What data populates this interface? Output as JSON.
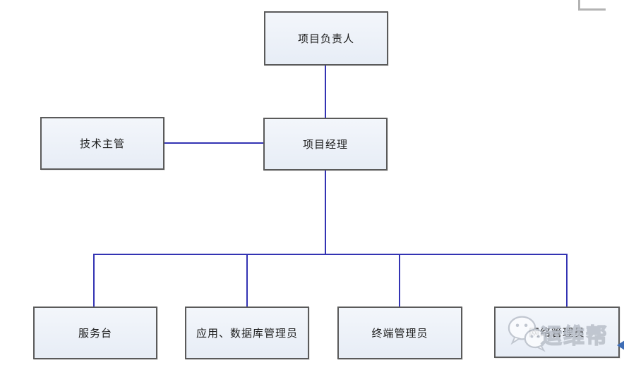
{
  "diagram": {
    "type": "org-chart",
    "nodes": {
      "project_leader": {
        "label": "项目负责人"
      },
      "tech_supervisor": {
        "label": "技术主管"
      },
      "project_manager": {
        "label": "项目经理"
      },
      "service_desk": {
        "label": "服务台"
      },
      "app_db_admin": {
        "label": "应用、数据库管理员"
      },
      "terminal_admin": {
        "label": "终端管理员"
      },
      "network_admin": {
        "label": "网络管理员"
      }
    },
    "edges": [
      {
        "from": "project_leader",
        "to": "project_manager"
      },
      {
        "from": "tech_supervisor",
        "to": "project_manager"
      },
      {
        "from": "project_manager",
        "to": "service_desk"
      },
      {
        "from": "project_manager",
        "to": "app_db_admin"
      },
      {
        "from": "project_manager",
        "to": "terminal_admin"
      },
      {
        "from": "project_manager",
        "to": "network_admin"
      }
    ],
    "colors": {
      "box_fill": "#e9eef6",
      "box_border": "#5a5a5a",
      "connector": "#3333b3",
      "text": "#1c1c1c",
      "watermark": "#b9bfc9",
      "corner_gray": "#b3b3b3",
      "arrow_blue": "#3e6db5"
    },
    "watermark": {
      "text": "运维帮",
      "icon": "wechat-icon"
    }
  }
}
